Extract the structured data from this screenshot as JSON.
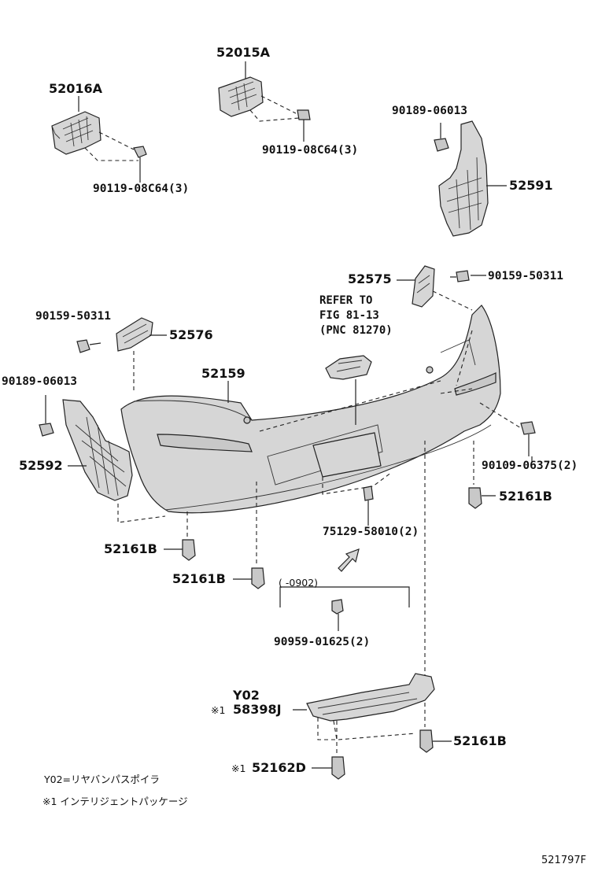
{
  "labels": {
    "p52016A": "52016A",
    "p52015A": "52015A",
    "p90119_a": "90119-08C64(3)",
    "p90119_b": "90119-08C64(3)",
    "p90189_r": "90189-06013",
    "p52591": "52591",
    "p52575": "52575",
    "p90159_r": "90159-50311",
    "p90159_l": "90159-50311",
    "p52576": "52576",
    "p90189_l": "90189-06013",
    "p52159": "52159",
    "p52592": "52592",
    "p90109": "90109-06375(2)",
    "p52161B_r": "52161B",
    "p52161B_l": "52161B",
    "p52161B_c": "52161B",
    "p52161B_b": "52161B",
    "p75129": "75129-58010(2)",
    "p0902": "(    -0902)",
    "p90959": "90959-01625(2)",
    "pY02": "Y02",
    "p58398J": "58398J",
    "p52162D": "52162D",
    "mark1": "※1",
    "mark2": "※1"
  },
  "reference": {
    "line1": "REFER TO",
    "line2": "FIG 81-13",
    "line3": "(PNC 81270)"
  },
  "notes": {
    "y02": "Y02=リヤバンパスポイラ",
    "star1": "※1 インテリジェントパッケージ"
  },
  "figure_id": "521797F"
}
